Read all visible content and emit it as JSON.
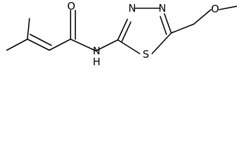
{
  "molecule": {
    "atoms": {
      "oxygen_carbonyl": "O",
      "amide_nitrogen": "N",
      "amide_hydrogen": "H",
      "ring_nitrogen_left": "N",
      "ring_nitrogen_right": "N",
      "ring_sulfur": "S",
      "ether_oxygen": "O"
    }
  }
}
